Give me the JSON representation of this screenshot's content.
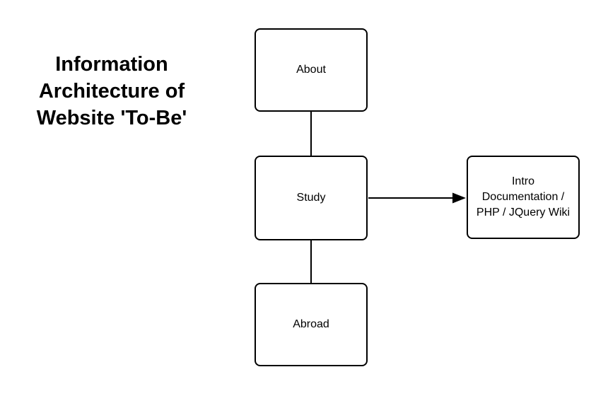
{
  "title": {
    "text": "Information\nArchitecture of\nWebsite 'To-Be'"
  },
  "nodes": {
    "about": {
      "label": "About"
    },
    "study": {
      "label": "Study"
    },
    "abroad": {
      "label": "Abroad"
    },
    "wiki": {
      "label": "Intro\nDocumentation /\nPHP / JQuery Wiki"
    }
  },
  "edges": [
    {
      "from": "about",
      "to": "study",
      "arrow": false
    },
    {
      "from": "study",
      "to": "abroad",
      "arrow": false
    },
    {
      "from": "study",
      "to": "wiki",
      "arrow": true
    }
  ],
  "colors": {
    "stroke": "#000000",
    "node_fill": "#ffffff",
    "background": "#ffffff",
    "text": "#000000"
  }
}
